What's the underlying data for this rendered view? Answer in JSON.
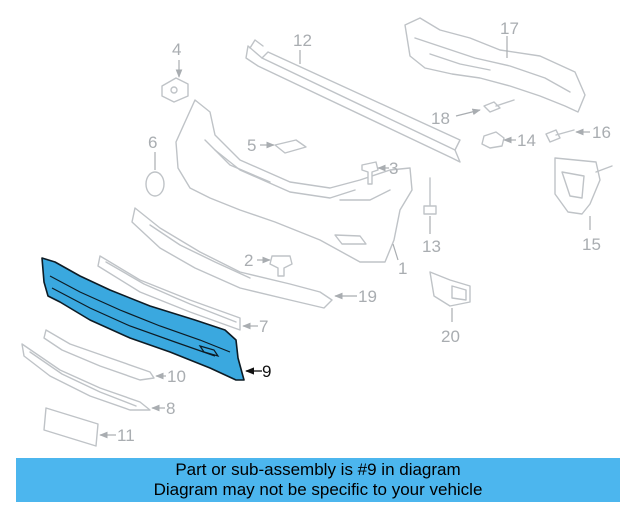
{
  "diagram": {
    "highlight_color": "#3aa8df",
    "highlighted_part": "9",
    "callouts": {
      "c1": "1",
      "c2": "2",
      "c3": "3",
      "c4": "4",
      "c5": "5",
      "c6": "6",
      "c7": "7",
      "c8": "8",
      "c9": "9",
      "c10": "10",
      "c11": "11",
      "c12": "12",
      "c13": "13",
      "c14": "14",
      "c15": "15",
      "c16": "16",
      "c17": "17",
      "c18": "18",
      "c19": "19",
      "c20": "20"
    }
  },
  "banner": {
    "background": "#4cb6ee",
    "line1": "Part or sub-assembly is #9 in diagram",
    "line2": "Diagram may not be specific to your vehicle"
  }
}
